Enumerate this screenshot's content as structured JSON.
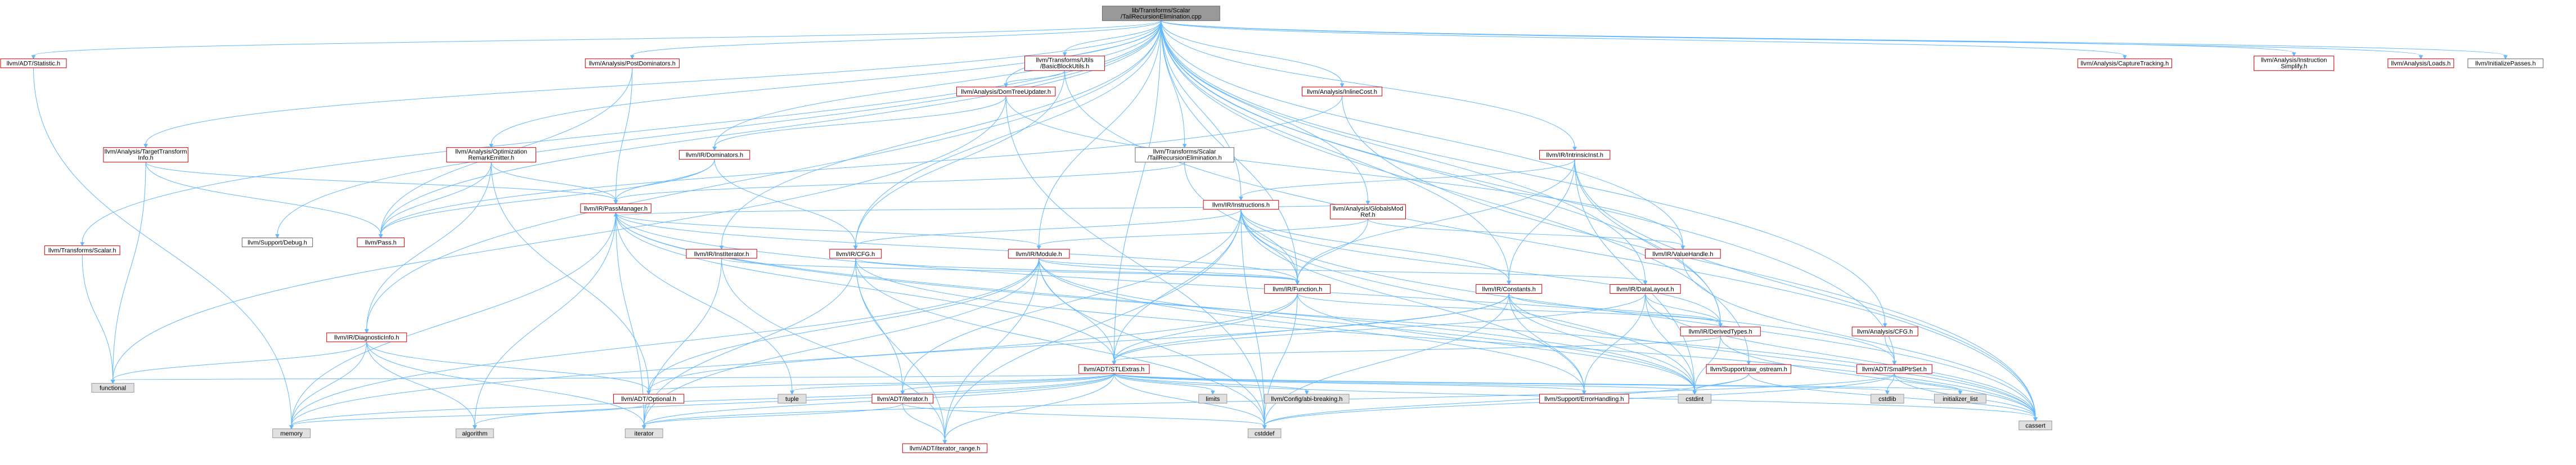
{
  "colors": {
    "root_fill": "#999999",
    "red_fill": "#ffffff",
    "red_border": "#cc0000",
    "gray_fill": "#e0e0e0",
    "gray_border": "#999999",
    "plain_fill": "#ffffff",
    "plain_border": "#666666",
    "edge": "#63b8ff",
    "text": "#000000"
  },
  "nodes": [
    {
      "id": "root",
      "label": [
        "lib/Transforms/Scalar",
        "/TailRecursionElimination.cpp"
      ],
      "style": "root"
    },
    {
      "id": "statistic",
      "label": [
        "llvm/ADT/Statistic.h"
      ],
      "style": "red"
    },
    {
      "id": "tscalar",
      "label": [
        "llvm/Transforms/Scalar.h"
      ],
      "style": "red"
    },
    {
      "id": "tti",
      "label": [
        "llvm/Analysis/TargetTransform",
        "Info.h"
      ],
      "style": "red"
    },
    {
      "id": "postdom",
      "label": [
        "llvm/Analysis/PostDominators.h"
      ],
      "style": "red"
    },
    {
      "id": "ore",
      "label": [
        "llvm/Analysis/Optimization",
        "RemarkEmitter.h"
      ],
      "style": "red"
    },
    {
      "id": "bbutils",
      "label": [
        "llvm/Transforms/Utils",
        "/BasicBlockUtils.h"
      ],
      "style": "red"
    },
    {
      "id": "domtreeupd",
      "label": [
        "llvm/Analysis/DomTreeUpdater.h"
      ],
      "style": "red"
    },
    {
      "id": "dominators",
      "label": [
        "llvm/IR/Dominators.h"
      ],
      "style": "red"
    },
    {
      "id": "tailrec",
      "label": [
        "llvm/Transforms/Scalar",
        "/TailRecursionElimination.h"
      ],
      "style": "plain"
    },
    {
      "id": "inlinecost",
      "label": [
        "llvm/Analysis/InlineCost.h"
      ],
      "style": "red"
    },
    {
      "id": "intrinsicinst",
      "label": [
        "llvm/IR/IntrinsicInst.h"
      ],
      "style": "red"
    },
    {
      "id": "globalsmod",
      "label": [
        "llvm/Analysis/GlobalsMod",
        "Ref.h"
      ],
      "style": "red"
    },
    {
      "id": "instructions",
      "label": [
        "llvm/IR/Instructions.h"
      ],
      "style": "red"
    },
    {
      "id": "passmanager",
      "label": [
        "llvm/IR/PassManager.h"
      ],
      "style": "red"
    },
    {
      "id": "debug",
      "label": [
        "llvm/Support/Debug.h"
      ],
      "style": "plain"
    },
    {
      "id": "pass",
      "label": [
        "llvm/Pass.h"
      ],
      "style": "red"
    },
    {
      "id": "institerator",
      "label": [
        "llvm/IR/InstIterator.h"
      ],
      "style": "red"
    },
    {
      "id": "cfgir",
      "label": [
        "llvm/IR/CFG.h"
      ],
      "style": "red"
    },
    {
      "id": "module",
      "label": [
        "llvm/IR/Module.h"
      ],
      "style": "red"
    },
    {
      "id": "valuehandle",
      "label": [
        "llvm/IR/ValueHandle.h"
      ],
      "style": "red"
    },
    {
      "id": "function",
      "label": [
        "llvm/IR/Function.h"
      ],
      "style": "red"
    },
    {
      "id": "constants",
      "label": [
        "llvm/IR/Constants.h"
      ],
      "style": "red"
    },
    {
      "id": "datalayout",
      "label": [
        "llvm/IR/DataLayout.h"
      ],
      "style": "red"
    },
    {
      "id": "derivedtypes",
      "label": [
        "llvm/IR/DerivedTypes.h"
      ],
      "style": "red"
    },
    {
      "id": "diaginfo",
      "label": [
        "llvm/IR/DiagnosticInfo.h"
      ],
      "style": "red"
    },
    {
      "id": "stlextras",
      "label": [
        "llvm/ADT/STLExtras.h"
      ],
      "style": "red"
    },
    {
      "id": "rawostream",
      "label": [
        "llvm/Support/raw_ostream.h"
      ],
      "style": "red"
    },
    {
      "id": "smallptrset",
      "label": [
        "llvm/ADT/SmallPtrSet.h"
      ],
      "style": "red"
    },
    {
      "id": "cfganalysis",
      "label": [
        "llvm/Analysis/CFG.h"
      ],
      "style": "red"
    },
    {
      "id": "capturetracking",
      "label": [
        "llvm/Analysis/CaptureTracking.h"
      ],
      "style": "red"
    },
    {
      "id": "instsimplify",
      "label": [
        "llvm/Analysis/Instruction",
        "Simplify.h"
      ],
      "style": "red"
    },
    {
      "id": "loads",
      "label": [
        "llvm/Analysis/Loads.h"
      ],
      "style": "red"
    },
    {
      "id": "initpasses",
      "label": [
        "llvm/InitializePasses.h"
      ],
      "style": "plain"
    },
    {
      "id": "functional",
      "label": [
        "functional"
      ],
      "style": "gray"
    },
    {
      "id": "optional",
      "label": [
        "llvm/ADT/Optional.h"
      ],
      "style": "red"
    },
    {
      "id": "tuple",
      "label": [
        "tuple"
      ],
      "style": "gray"
    },
    {
      "id": "adtiterator",
      "label": [
        "llvm/ADT/iterator.h"
      ],
      "style": "red"
    },
    {
      "id": "limits",
      "label": [
        "limits"
      ],
      "style": "gray"
    },
    {
      "id": "abibreaking",
      "label": [
        "llvm/Config/abi-breaking.h"
      ],
      "style": "gray"
    },
    {
      "id": "errorhandling",
      "label": [
        "llvm/Support/ErrorHandling.h"
      ],
      "style": "red"
    },
    {
      "id": "cstdint",
      "label": [
        "cstdint"
      ],
      "style": "gray"
    },
    {
      "id": "cstdlib",
      "label": [
        "cstdlib"
      ],
      "style": "gray"
    },
    {
      "id": "initlist",
      "label": [
        "initializer_list"
      ],
      "style": "gray"
    },
    {
      "id": "cassert",
      "label": [
        "cassert"
      ],
      "style": "gray"
    },
    {
      "id": "memory",
      "label": [
        "memory"
      ],
      "style": "gray"
    },
    {
      "id": "algorithm",
      "label": [
        "algorithm"
      ],
      "style": "gray"
    },
    {
      "id": "iterator",
      "label": [
        "iterator"
      ],
      "style": "gray"
    },
    {
      "id": "iterrange",
      "label": [
        "llvm/ADT/iterator_range.h"
      ],
      "style": "red"
    },
    {
      "id": "cstddef",
      "label": [
        "cstddef"
      ],
      "style": "gray"
    }
  ],
  "edges": [
    [
      "root",
      "statistic"
    ],
    [
      "root",
      "tscalar"
    ],
    [
      "root",
      "tti"
    ],
    [
      "root",
      "postdom"
    ],
    [
      "root",
      "ore"
    ],
    [
      "root",
      "bbutils"
    ],
    [
      "root",
      "domtreeupd"
    ],
    [
      "root",
      "dominators"
    ],
    [
      "root",
      "tailrec"
    ],
    [
      "root",
      "inlinecost"
    ],
    [
      "root",
      "intrinsicinst"
    ],
    [
      "root",
      "globalsmod"
    ],
    [
      "root",
      "instructions"
    ],
    [
      "root",
      "debug"
    ],
    [
      "root",
      "pass"
    ],
    [
      "root",
      "institerator"
    ],
    [
      "root",
      "cfgir"
    ],
    [
      "root",
      "module"
    ],
    [
      "root",
      "valuehandle"
    ],
    [
      "root",
      "function"
    ],
    [
      "root",
      "constants"
    ],
    [
      "root",
      "datalayout"
    ],
    [
      "root",
      "derivedtypes"
    ],
    [
      "root",
      "diaginfo"
    ],
    [
      "root",
      "stlextras"
    ],
    [
      "root",
      "rawostream"
    ],
    [
      "root",
      "smallptrset"
    ],
    [
      "root",
      "cfganalysis"
    ],
    [
      "root",
      "capturetracking"
    ],
    [
      "root",
      "instsimplify"
    ],
    [
      "root",
      "loads"
    ],
    [
      "root",
      "initpasses"
    ],
    [
      "statistic",
      "memory"
    ],
    [
      "tscalar",
      "functional"
    ],
    [
      "tti",
      "passmanager"
    ],
    [
      "tti",
      "pass"
    ],
    [
      "tti",
      "functional"
    ],
    [
      "postdom",
      "passmanager"
    ],
    [
      "postdom",
      "pass"
    ],
    [
      "ore",
      "passmanager"
    ],
    [
      "ore",
      "pass"
    ],
    [
      "ore",
      "diaginfo"
    ],
    [
      "ore",
      "optional"
    ],
    [
      "bbutils",
      "domtreeupd"
    ],
    [
      "bbutils",
      "cfgir"
    ],
    [
      "bbutils",
      "cassert"
    ],
    [
      "domtreeupd",
      "dominators"
    ],
    [
      "domtreeupd",
      "valuehandle"
    ],
    [
      "domtreeupd",
      "cstddef"
    ],
    [
      "domtreeupd",
      "functional"
    ],
    [
      "dominators",
      "passmanager"
    ],
    [
      "dominators",
      "pass"
    ],
    [
      "dominators",
      "cfgir"
    ],
    [
      "tailrec",
      "passmanager"
    ],
    [
      "tailrec",
      "function"
    ],
    [
      "inlinecost",
      "pass"
    ],
    [
      "inlinecost",
      "cassert"
    ],
    [
      "intrinsicinst",
      "instructions"
    ],
    [
      "intrinsicinst",
      "function"
    ],
    [
      "intrinsicinst",
      "derivedtypes"
    ],
    [
      "intrinsicinst",
      "constants"
    ],
    [
      "intrinsicinst",
      "cassert"
    ],
    [
      "intrinsicinst",
      "cstdint"
    ],
    [
      "globalsmod",
      "passmanager"
    ],
    [
      "globalsmod",
      "valuehandle"
    ],
    [
      "globalsmod",
      "module"
    ],
    [
      "globalsmod",
      "function"
    ],
    [
      "instructions",
      "cfgir"
    ],
    [
      "instructions",
      "function"
    ],
    [
      "instructions",
      "derivedtypes"
    ],
    [
      "instructions",
      "constants"
    ],
    [
      "instructions",
      "stlextras"
    ],
    [
      "instructions",
      "iterrange"
    ],
    [
      "instructions",
      "errorhandling"
    ],
    [
      "instructions",
      "cassert"
    ],
    [
      "instructions",
      "cstddef"
    ],
    [
      "instructions",
      "cstdint"
    ],
    [
      "instructions",
      "adtiterator"
    ],
    [
      "passmanager",
      "stlextras"
    ],
    [
      "passmanager",
      "module"
    ],
    [
      "passmanager",
      "function"
    ],
    [
      "passmanager",
      "smallptrset"
    ],
    [
      "passmanager",
      "tuple"
    ],
    [
      "passmanager",
      "memory"
    ],
    [
      "passmanager",
      "algorithm"
    ],
    [
      "passmanager",
      "iterator"
    ],
    [
      "passmanager",
      "cassert"
    ],
    [
      "passmanager",
      "cstdint"
    ],
    [
      "institerator",
      "function"
    ],
    [
      "institerator",
      "iterrange"
    ],
    [
      "institerator",
      "iterator"
    ],
    [
      "cfgir",
      "function"
    ],
    [
      "cfgir",
      "adtiterator"
    ],
    [
      "cfgir",
      "iterrange"
    ],
    [
      "cfgir",
      "cassert"
    ],
    [
      "cfgir",
      "cstddef"
    ],
    [
      "cfgir",
      "iterator"
    ],
    [
      "module",
      "function"
    ],
    [
      "module",
      "datalayout"
    ],
    [
      "module",
      "stlextras"
    ],
    [
      "module",
      "optional"
    ],
    [
      "module",
      "iterrange"
    ],
    [
      "module",
      "cstddef"
    ],
    [
      "module",
      "cstdint"
    ],
    [
      "module",
      "iterator"
    ],
    [
      "module",
      "memory"
    ],
    [
      "module",
      "errorhandling"
    ],
    [
      "valuehandle",
      "cassert"
    ],
    [
      "function",
      "stlextras"
    ],
    [
      "function",
      "derivedtypes"
    ],
    [
      "function",
      "cstddef"
    ],
    [
      "function",
      "cstdint"
    ],
    [
      "function",
      "memory"
    ],
    [
      "constants",
      "derivedtypes"
    ],
    [
      "constants",
      "stlextras"
    ],
    [
      "constants",
      "optional"
    ],
    [
      "constants",
      "errorhandling"
    ],
    [
      "constants",
      "cassert"
    ],
    [
      "constants",
      "cstddef"
    ],
    [
      "constants",
      "cstdint"
    ],
    [
      "datalayout",
      "derivedtypes"
    ],
    [
      "datalayout",
      "stlextras"
    ],
    [
      "datalayout",
      "errorhandling"
    ],
    [
      "datalayout",
      "cassert"
    ],
    [
      "datalayout",
      "cstdint"
    ],
    [
      "derivedtypes",
      "stlextras"
    ],
    [
      "derivedtypes",
      "cassert"
    ],
    [
      "derivedtypes",
      "cstdint"
    ],
    [
      "diaginfo",
      "optional"
    ],
    [
      "diaginfo",
      "functional"
    ],
    [
      "diaginfo",
      "algorithm"
    ],
    [
      "diaginfo",
      "iterator"
    ],
    [
      "diaginfo",
      "memory"
    ],
    [
      "stlextras",
      "optional"
    ],
    [
      "stlextras",
      "adtiterator"
    ],
    [
      "stlextras",
      "iterrange"
    ],
    [
      "stlextras",
      "abibreaking"
    ],
    [
      "stlextras",
      "errorhandling"
    ],
    [
      "stlextras",
      "limits"
    ],
    [
      "stlextras",
      "tuple"
    ],
    [
      "stlextras",
      "functional"
    ],
    [
      "stlextras",
      "memory"
    ],
    [
      "stlextras",
      "algorithm"
    ],
    [
      "stlextras",
      "iterator"
    ],
    [
      "stlextras",
      "initlist"
    ],
    [
      "stlextras",
      "cassert"
    ],
    [
      "stlextras",
      "cstddef"
    ],
    [
      "stlextras",
      "cstdint"
    ],
    [
      "stlextras",
      "cstdlib"
    ],
    [
      "rawostream",
      "cassert"
    ],
    [
      "rawostream",
      "cstddef"
    ],
    [
      "rawostream",
      "cstdint"
    ],
    [
      "smallptrset",
      "cassert"
    ],
    [
      "smallptrset",
      "cstddef"
    ],
    [
      "smallptrset",
      "cstdlib"
    ],
    [
      "smallptrset",
      "initlist"
    ],
    [
      "smallptrset",
      "iterator"
    ],
    [
      "cfganalysis",
      "smallptrset"
    ],
    [
      "optional",
      "memory"
    ],
    [
      "adtiterator",
      "iterrange"
    ],
    [
      "adtiterator",
      "iterator"
    ],
    [
      "adtiterator",
      "cstddef"
    ]
  ]
}
